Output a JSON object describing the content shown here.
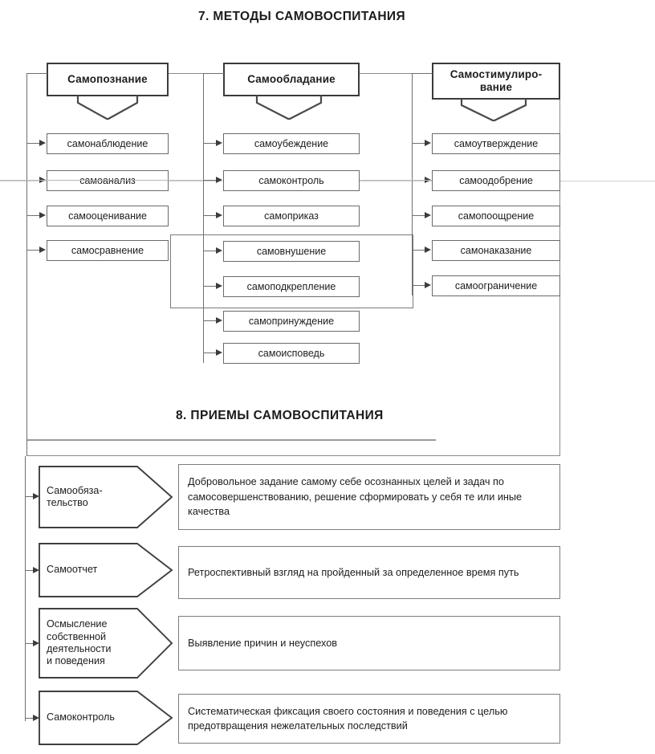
{
  "sections": [
    {
      "id": "methods",
      "title": "7. МЕТОДЫ САМОВОСПИТАНИЯ",
      "columns": [
        {
          "header": "Самопознание",
          "items": [
            "самонаблюдение",
            "самоанализ",
            "самооценивание",
            "самосравнение"
          ]
        },
        {
          "header": "Самообладание",
          "items": [
            "самоубеждение",
            "самоконтроль",
            "самоприказ",
            "самовнушение",
            "самоподкрепление",
            "самопринуждение",
            "самоисповедь"
          ]
        },
        {
          "header": "Самостимулиро-\nвание",
          "header_line1": "Самостимулиро-",
          "header_line2": "вание",
          "items": [
            "самоутверждение",
            "самоодобрение",
            "самопоощрение",
            "самонаказание",
            "самоограничение"
          ]
        }
      ]
    },
    {
      "id": "techniques",
      "title": "8. ПРИЕМЫ САМОВОСПИТАНИЯ",
      "rows": [
        {
          "label": "Самообяза-\nтельство",
          "label_lines": [
            "Самообяза-",
            "тельство"
          ],
          "description": "Добровольное задание самому себе осознанных целей и задач по самосовершенствованию, решение сформировать у себя те или иные качества"
        },
        {
          "label": "Самоотчет",
          "label_lines": [
            "Самоотчет"
          ],
          "description": "Ретроспективный взгляд на пройденный за определенное время путь"
        },
        {
          "label": "Осмысление собственной деятельности и поведения",
          "label_lines": [
            "Осмысление",
            "собственной",
            "деятельности",
            "и поведения"
          ],
          "description": "Выявление причин и неуспехов"
        },
        {
          "label": "Самоконтроль",
          "label_lines": [
            "Самоконтроль"
          ],
          "description": "Систематическая фиксация своего состояния и поведения с целью предотвращения нежелательных последствий"
        }
      ]
    }
  ],
  "colors": {
    "ink": "#1d1d1d",
    "line": "#6f6f6f",
    "line_dark": "#3c3c3c",
    "background": "#ffffff"
  }
}
